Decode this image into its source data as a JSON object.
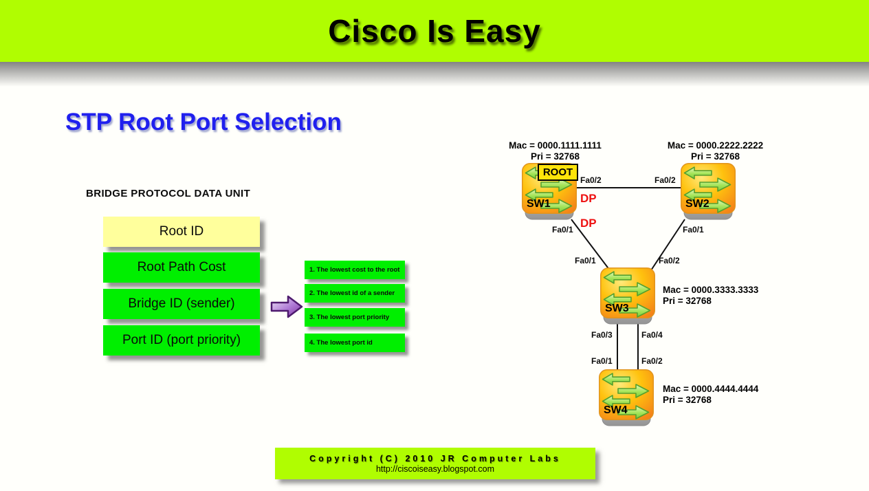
{
  "banner": {
    "title": "Cisco Is Easy"
  },
  "page": {
    "title": "STP Root Port Selection"
  },
  "bpdu": {
    "heading": "BRIDGE PROTOCOL DATA UNIT",
    "fields": [
      {
        "label": "Root ID",
        "color": "#ffff9c"
      },
      {
        "label": "Root Path Cost",
        "color": "#00ef00"
      },
      {
        "label": "Bridge ID (sender)",
        "color": "#00ef00"
      },
      {
        "label": "Port ID (port priority)",
        "color": "#00ef00"
      }
    ],
    "selection_criteria": [
      "1. The lowest cost to the root",
      "2. The lowest id of a sender",
      "3. The lowest port priority",
      "4. The lowest port id"
    ]
  },
  "topology": {
    "root_badge": "ROOT",
    "dp_labels": [
      "DP",
      "DP"
    ],
    "switches": [
      {
        "name": "SW1",
        "mac": "Mac = 0000.1111.1111",
        "pri": "Pri = 32768"
      },
      {
        "name": "SW2",
        "mac": "Mac = 0000.2222.2222",
        "pri": "Pri = 32768"
      },
      {
        "name": "SW3",
        "mac": "Mac = 0000.3333.3333",
        "pri": "Pri = 32768"
      },
      {
        "name": "SW4",
        "mac": "Mac = 0000.4444.4444",
        "pri": "Pri = 32768"
      }
    ],
    "port_labels": {
      "sw1_fa02": "Fa0/2",
      "sw2_fa02": "Fa0/2",
      "sw1_fa01": "Fa0/1",
      "sw2_fa01": "Fa0/1",
      "sw3_fa01": "Fa0/1",
      "sw3_fa02": "Fa0/2",
      "sw3_fa03": "Fa0/3",
      "sw3_fa04": "Fa0/4",
      "sw4_fa01": "Fa0/1",
      "sw4_fa02": "Fa0/2"
    }
  },
  "footer": {
    "copyright": "Copyright (C) 2010 JR Computer Labs",
    "url": "http://ciscoiseasy.blogspot.com"
  },
  "colors": {
    "banner_green": "#b0fd01",
    "box_green": "#00ef00",
    "root_id_yellow": "#ffff9c",
    "root_badge_yellow": "#ffe40a",
    "dp_red": "#ee1111",
    "title_blue": "#2020ee"
  }
}
